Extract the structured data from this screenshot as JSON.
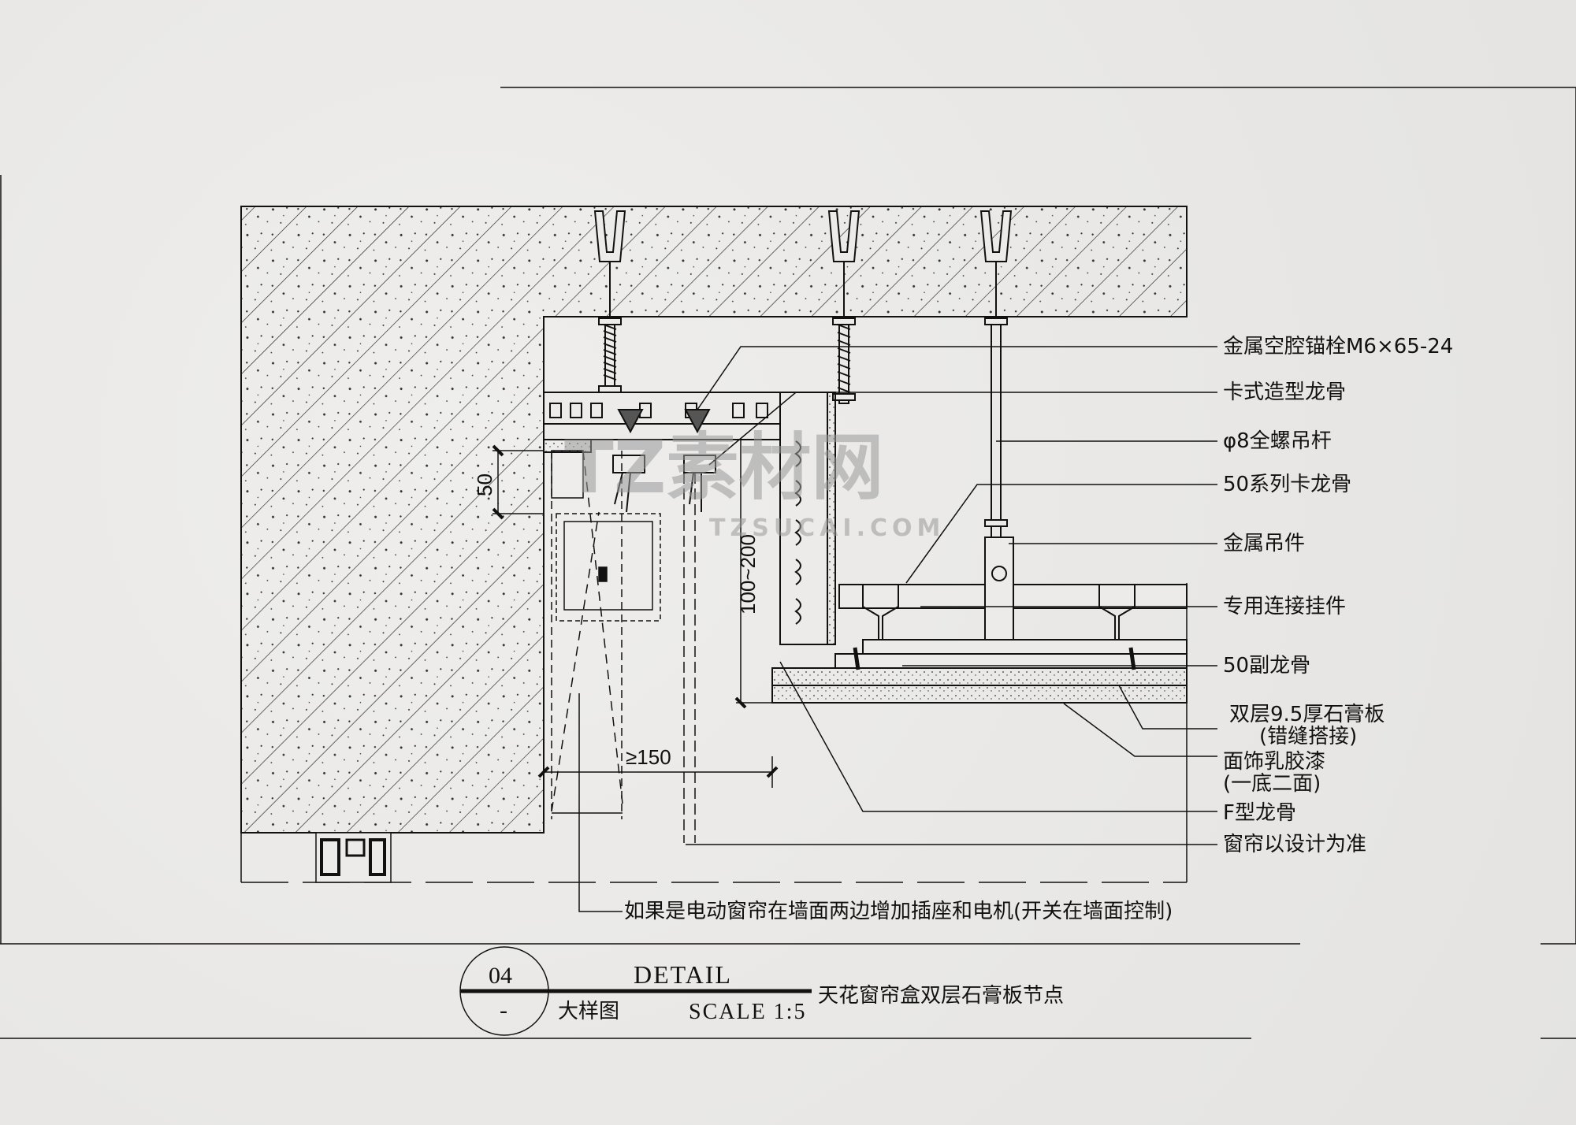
{
  "labels": {
    "anchor_bolt": "金属空腔锚栓M6×65-24",
    "card_keel": "卡式造型龙骨",
    "rod": "φ8全螺吊杆",
    "main_keel": "50系列卡龙骨",
    "hanger": "金属吊件",
    "connector": "专用连接挂件",
    "sub_keel": "50副龙骨",
    "gypsum_line1": "双层9.5厚石膏板",
    "gypsum_line2": "(错缝搭接)",
    "paint_line1": "面饰乳胶漆",
    "paint_line2": "(一底二面)",
    "f_keel": "F型龙骨",
    "curtain": "窗帘以设计为准",
    "electric_note": "如果是电动窗帘在墙面两边增加插座和电机(开关在墙面控制)"
  },
  "dimensions": {
    "gap": "50",
    "height": "100~200",
    "width": "≥150"
  },
  "title_block": {
    "number": "04",
    "dash": "-",
    "detail": "DETAIL",
    "cn_title": "大样图",
    "scale": "SCALE 1:5",
    "description": "天花窗帘盒双层石膏板节点"
  },
  "watermark": {
    "main": "TZ素材网",
    "url": "TZSUCAI.COM"
  },
  "colors": {
    "line": "#111111",
    "background": "#ecebea",
    "watermark": "#9a9a9a"
  }
}
